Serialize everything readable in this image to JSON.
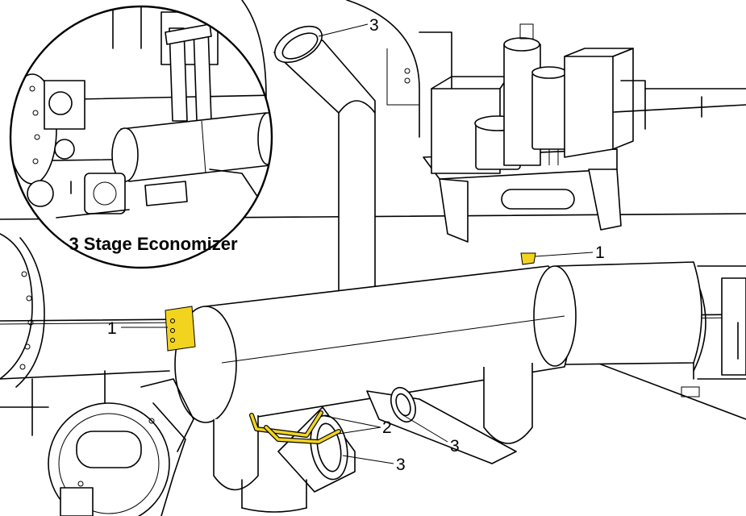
{
  "inset": {
    "title": "3 Stage Economizer"
  },
  "callouts": [
    {
      "id": "c1-top",
      "label": "1"
    },
    {
      "id": "c1-left",
      "label": "1"
    },
    {
      "id": "c2",
      "label": "2"
    },
    {
      "id": "c3-top",
      "label": "3"
    },
    {
      "id": "c3-mid",
      "label": "3"
    },
    {
      "id": "c3-bot",
      "label": "3"
    }
  ],
  "colors": {
    "highlight": "#f2d41f",
    "line": "#000000",
    "background": "#ffffff"
  }
}
